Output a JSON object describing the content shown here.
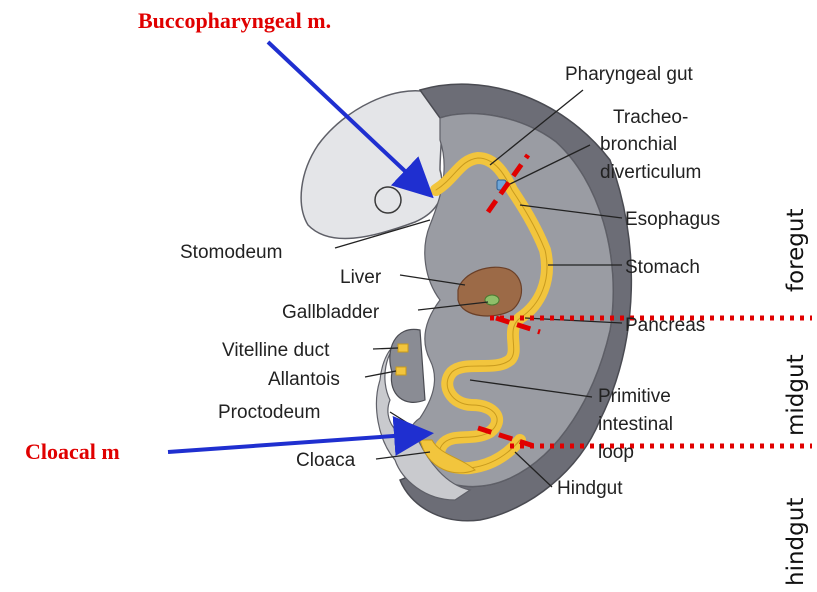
{
  "annotations": {
    "buccopharyngeal": "Buccopharyngeal m.",
    "cloacal": "Cloacal m"
  },
  "labels": {
    "pharyngeal_gut": "Pharyngeal gut",
    "tracheo_1": "Tracheo-",
    "tracheo_2": "bronchial",
    "tracheo_3": "diverticulum",
    "esophagus": "Esophagus",
    "stomodeum": "Stomodeum",
    "stomach": "Stomach",
    "liver": "Liver",
    "gallbladder": "Gallbladder",
    "pancreas": "Pancreas",
    "vitelline_duct": "Vitelline duct",
    "allantois": "Allantois",
    "proctodeum": "Proctodeum",
    "primitive_1": "Primitive",
    "primitive_2": "intestinal",
    "primitive_3": "loop",
    "cloaca": "Cloaca",
    "hindgut": "Hindgut"
  },
  "regions": {
    "foregut": "foregut",
    "midgut": "midgut",
    "hindgut": "hindgut"
  },
  "colors": {
    "annotation_red": "#e00000",
    "arrow_blue": "#1f2fd0",
    "gut_yellow": "#f2c53d",
    "liver_brown": "#9c6a47",
    "embryo_gray": "#9a9ca3",
    "embryo_light": "#e4e5e8",
    "embryo_dark": "#5f6068"
  }
}
